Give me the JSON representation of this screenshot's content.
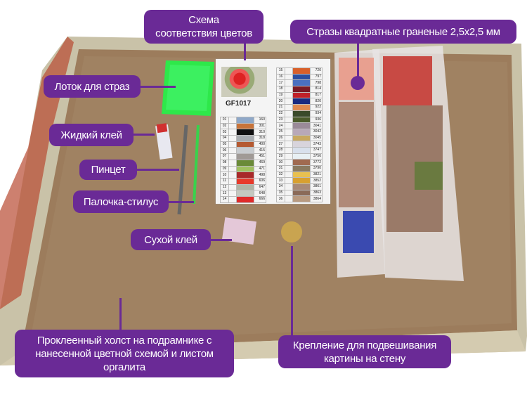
{
  "labels": {
    "color_chart": [
      "Схема",
      "соответствия цветов"
    ],
    "rhinestones": "Стразы квадратные граненые 2,5х2,5 мм",
    "tray": "Лоток для страз",
    "liquid_glue": "Жидкий клей",
    "tweezers": "Пинцет",
    "stylus": "Палочка-стилус",
    "dry_glue": "Сухой клей",
    "canvas": [
      "Проклеенный холст на подрамнике с",
      "нанесенной цветной схемой и листом",
      "оргалита"
    ],
    "hanger": [
      "Крепление для подвешивания",
      "картины на стену"
    ]
  },
  "sheet": {
    "code": "GF1017",
    "left": [
      {
        "n": "01",
        "v": "160",
        "c": "#8fa8c8"
      },
      {
        "n": "02",
        "v": "301",
        "c": "#c8743a"
      },
      {
        "n": "03",
        "v": "310",
        "c": "#111111"
      },
      {
        "n": "04",
        "v": "318",
        "c": "#a8acb0"
      },
      {
        "n": "05",
        "v": "400",
        "c": "#b55a32"
      },
      {
        "n": "06",
        "v": "415",
        "c": "#c8ccd0"
      },
      {
        "n": "07",
        "v": "451",
        "c": "#a09a96"
      },
      {
        "n": "08",
        "v": "469",
        "c": "#6a8a38"
      },
      {
        "n": "09",
        "v": "471",
        "c": "#a0c060"
      },
      {
        "n": "10",
        "v": "498",
        "c": "#a82a2a"
      },
      {
        "n": "11",
        "v": "606",
        "c": "#e83a2a"
      },
      {
        "n": "12",
        "v": "647",
        "c": "#b0b4a4"
      },
      {
        "n": "13",
        "v": "648",
        "c": "#c4c8c0"
      },
      {
        "n": "14",
        "v": "666",
        "c": "#e02a2a"
      }
    ],
    "right": [
      {
        "n": "15",
        "v": "720",
        "c": "#d8602a"
      },
      {
        "n": "16",
        "v": "797",
        "c": "#2a4ea0"
      },
      {
        "n": "17",
        "v": "798",
        "c": "#4a70c0"
      },
      {
        "n": "18",
        "v": "814",
        "c": "#7a1a24"
      },
      {
        "n": "19",
        "v": "817",
        "c": "#c02028"
      },
      {
        "n": "20",
        "v": "820",
        "c": "#1a2a80"
      },
      {
        "n": "21",
        "v": "922",
        "c": "#e08a50"
      },
      {
        "n": "22",
        "v": "934",
        "c": "#3a4a2a"
      },
      {
        "n": "23",
        "v": "936",
        "c": "#4a5a2a"
      },
      {
        "n": "24",
        "v": "3041",
        "c": "#9a8a98"
      },
      {
        "n": "25",
        "v": "3042",
        "c": "#b8a8b8"
      },
      {
        "n": "26",
        "v": "3045",
        "c": "#c8a860"
      },
      {
        "n": "27",
        "v": "3743",
        "c": "#d8d4dc"
      },
      {
        "n": "28",
        "v": "3747",
        "c": "#d8e0ec"
      },
      {
        "n": "29",
        "v": "3756",
        "c": "#e8f0f4"
      },
      {
        "n": "30",
        "v": "3772",
        "c": "#a06a50"
      },
      {
        "n": "31",
        "v": "3790",
        "c": "#8a7a60"
      },
      {
        "n": "32",
        "v": "3821",
        "c": "#e8c050"
      },
      {
        "n": "33",
        "v": "3852",
        "c": "#d8a030"
      },
      {
        "n": "34",
        "v": "3861",
        "c": "#a88a78"
      },
      {
        "n": "35",
        "v": "3863",
        "c": "#8a6a58"
      },
      {
        "n": "36",
        "v": "3864",
        "c": "#b89a80"
      }
    ]
  },
  "colors": {
    "accent": "#6a2a96",
    "board": "#9c7c5c",
    "tray": "#2ee84a"
  }
}
